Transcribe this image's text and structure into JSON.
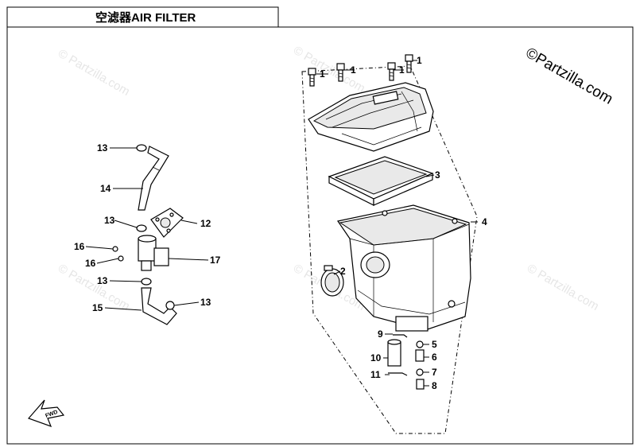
{
  "title": "空滤器AIR FILTER",
  "watermark": {
    "main": "©Partzilla.com",
    "faint": "© Partzilla.com"
  },
  "callouts": [
    "1",
    "1",
    "1",
    "1",
    "2",
    "3",
    "4",
    "5",
    "6",
    "7",
    "8",
    "9",
    "10",
    "11",
    "12",
    "13",
    "13",
    "13",
    "13",
    "14",
    "15",
    "16",
    "16",
    "17"
  ],
  "fwd_label": "FWD"
}
